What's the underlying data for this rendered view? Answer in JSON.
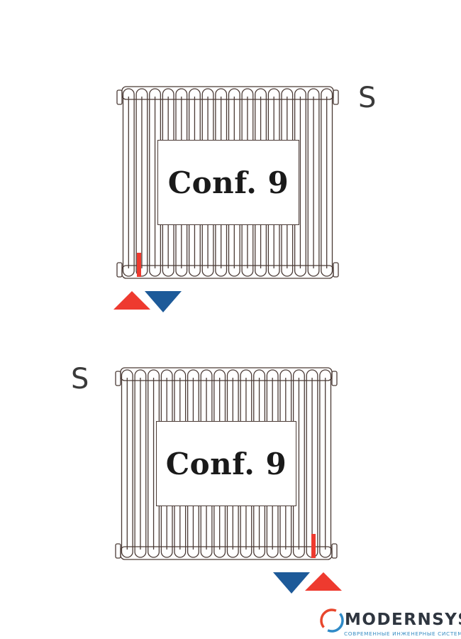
{
  "colors": {
    "outline": "#4a3a35",
    "supply": "#ee3a2f",
    "return": "#1d5a99",
    "logo_text": "#2f3640",
    "logo_tag": "#3a8fc4"
  },
  "diagrams": [
    {
      "label": "Conf. 9",
      "side_label": "S",
      "side": "right",
      "connection_side": "left",
      "arrow_order": [
        "supply",
        "return"
      ]
    },
    {
      "label": "Conf. 9",
      "side_label": "S",
      "side": "left",
      "connection_side": "right",
      "arrow_order": [
        "return",
        "supply"
      ]
    }
  ],
  "icons": {
    "supply_arrow": "red-triangle-up-icon",
    "return_arrow": "blue-triangle-down-icon",
    "logo": "modernsys-logo-icon"
  },
  "logo": {
    "name": "MODERNSYS",
    "tagline": "СОВРЕМЕННЫЕ ИНЖЕНЕРНЫЕ СИСТЕМЫ"
  }
}
